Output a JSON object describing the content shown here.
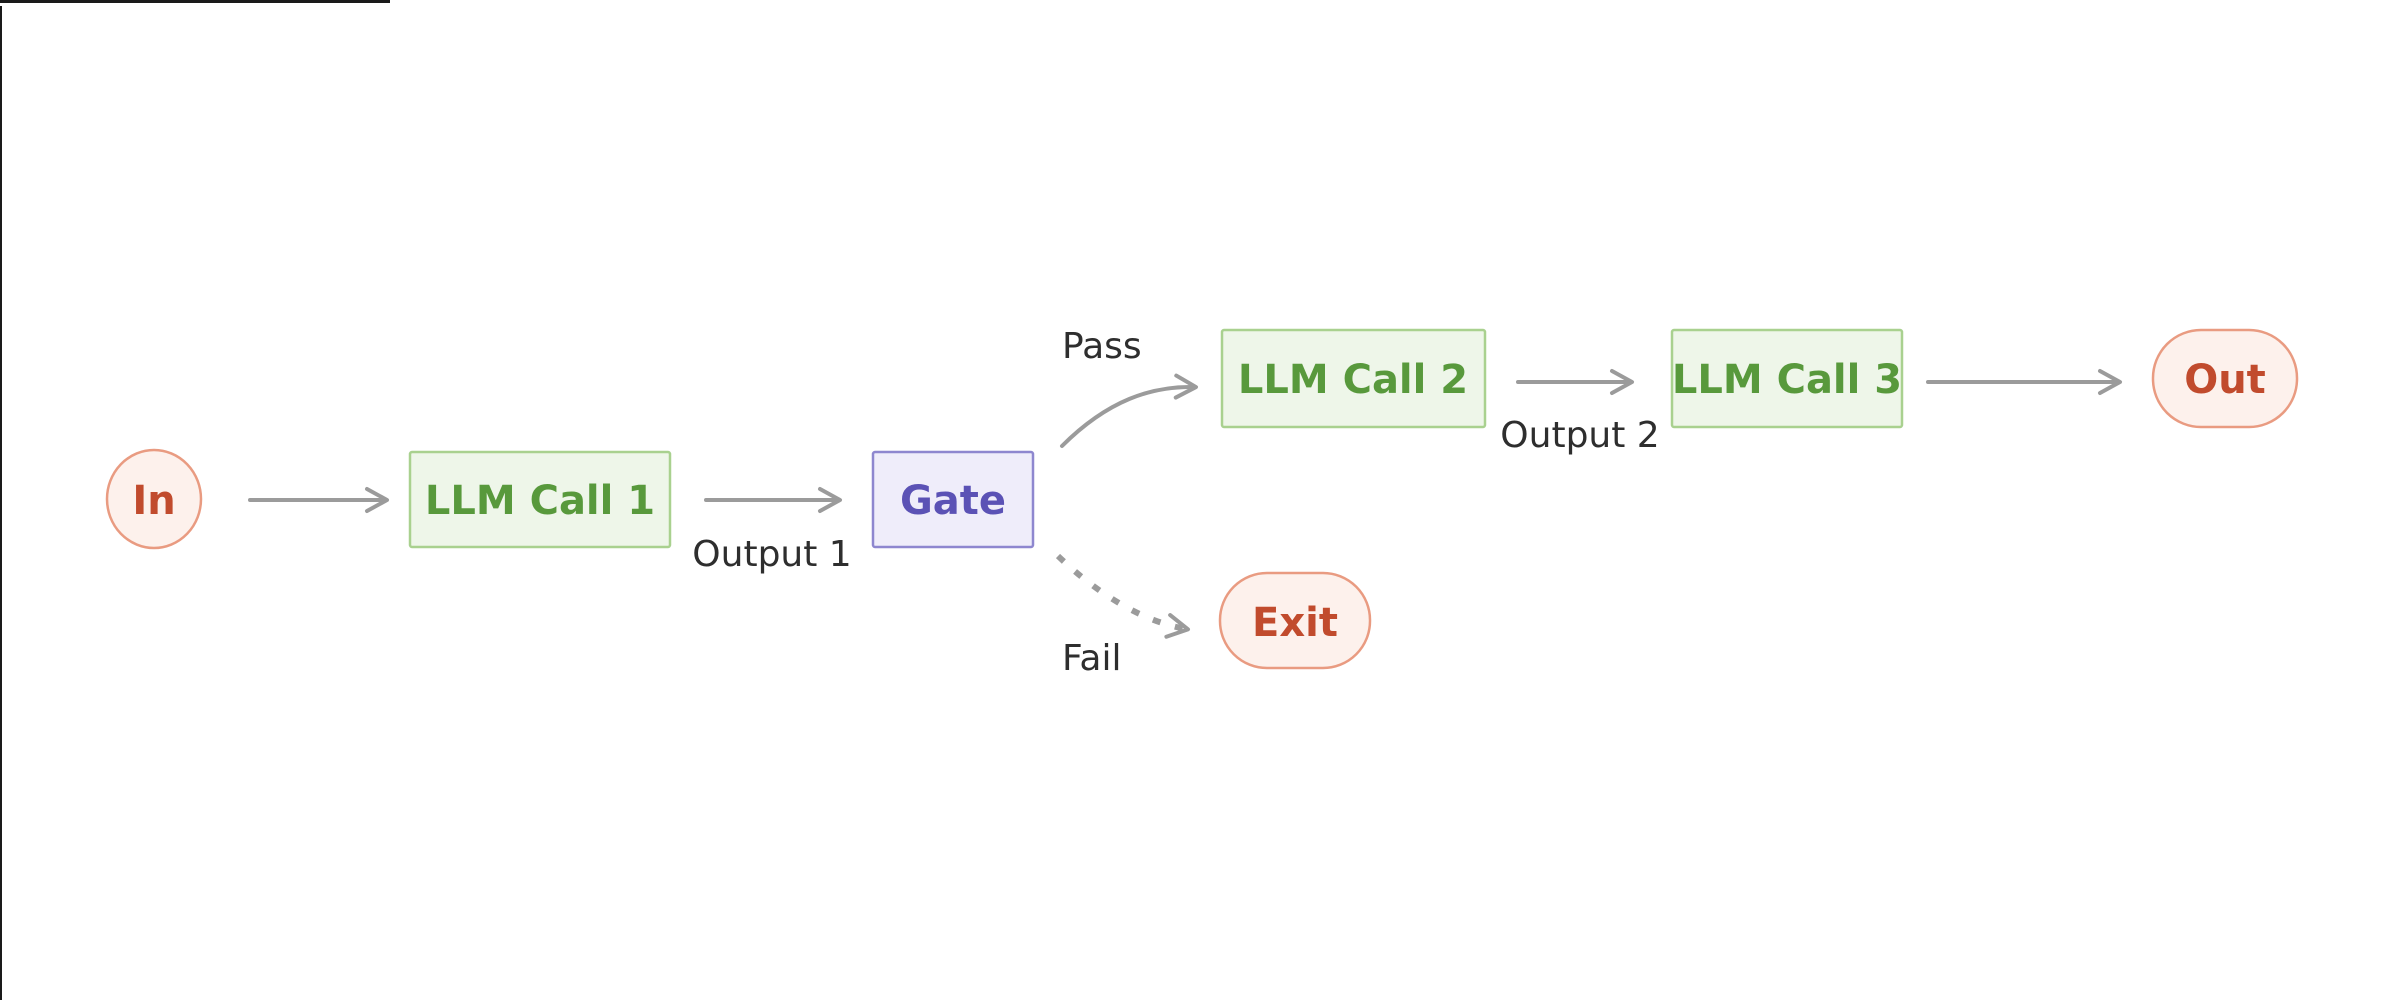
{
  "colors": {
    "bg": "#ffffff",
    "frame": "#1a1a1a",
    "edge": "#9b9b9b",
    "label": "#2e2e2e",
    "green_fill": "#eef6e9",
    "green_border": "#a9d18f",
    "green_text": "#58993c",
    "pink_fill": "#fdf1ec",
    "pink_border": "#e99b81",
    "pink_text": "#c14b2d",
    "purple_fill": "#efedfa",
    "purple_border": "#8e87cf",
    "purple_text": "#5b52b5"
  },
  "diagram": {
    "type": "flowchart",
    "description": "Prompt-chaining workflow: input passes through sequential LLM calls with a gate check that either passes to the next call or fails to an exit",
    "nodes": [
      {
        "id": "in",
        "label": "In",
        "shape": "ellipse",
        "color_role": "pink"
      },
      {
        "id": "llm-call-1",
        "label": "LLM Call 1",
        "shape": "rectangle",
        "color_role": "green"
      },
      {
        "id": "gate",
        "label": "Gate",
        "shape": "rectangle",
        "color_role": "purple"
      },
      {
        "id": "llm-call-2",
        "label": "LLM Call 2",
        "shape": "rectangle",
        "color_role": "green"
      },
      {
        "id": "llm-call-3",
        "label": "LLM Call 3",
        "shape": "rectangle",
        "color_role": "green"
      },
      {
        "id": "out",
        "label": "Out",
        "shape": "stadium",
        "color_role": "pink"
      },
      {
        "id": "exit",
        "label": "Exit",
        "shape": "stadium",
        "color_role": "pink"
      }
    ],
    "edges": [
      {
        "from": "in",
        "to": "llm-call-1",
        "style": "solid",
        "label": ""
      },
      {
        "from": "llm-call-1",
        "to": "gate",
        "style": "solid",
        "label": "Output 1"
      },
      {
        "from": "gate",
        "to": "llm-call-2",
        "style": "solid",
        "label": "Pass"
      },
      {
        "from": "gate",
        "to": "exit",
        "style": "dashed",
        "label": "Fail"
      },
      {
        "from": "llm-call-2",
        "to": "llm-call-3",
        "style": "solid",
        "label": "Output 2"
      },
      {
        "from": "llm-call-3",
        "to": "out",
        "style": "solid",
        "label": ""
      }
    ]
  }
}
